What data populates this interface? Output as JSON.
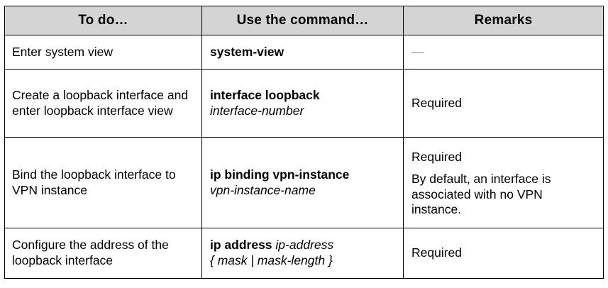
{
  "table": {
    "headers": [
      {
        "label": "To do…"
      },
      {
        "label": "Use the command…"
      },
      {
        "label": "Remarks"
      }
    ],
    "rows": [
      {
        "todo": "Enter system view",
        "command": {
          "bold": "system-view",
          "italic": ""
        },
        "remarks_dash": "—"
      },
      {
        "todo": "Create a loopback interface and enter loopback interface view",
        "command": {
          "bold": "interface loopback",
          "italic": "interface-number"
        },
        "remarks_p1": "Required"
      },
      {
        "todo": "Bind the loopback interface to VPN instance",
        "command": {
          "bold": "ip binding vpn-instance",
          "italic": "vpn-instance-name"
        },
        "remarks_p1": "Required",
        "remarks_p2": "By default, an interface is associated with no VPN instance."
      },
      {
        "todo": "Configure the address of the loopback interface",
        "command": {
          "bold": "ip address",
          "italic": "ip-address",
          "italic_line2": "{ mask | mask-length }"
        },
        "remarks_p1": "Required"
      }
    ]
  },
  "colors": {
    "header_background": "#d5d4d4",
    "border": "#000000",
    "text": "#000000",
    "dash": "#8a8a8a",
    "page_background": "#ffffff"
  }
}
